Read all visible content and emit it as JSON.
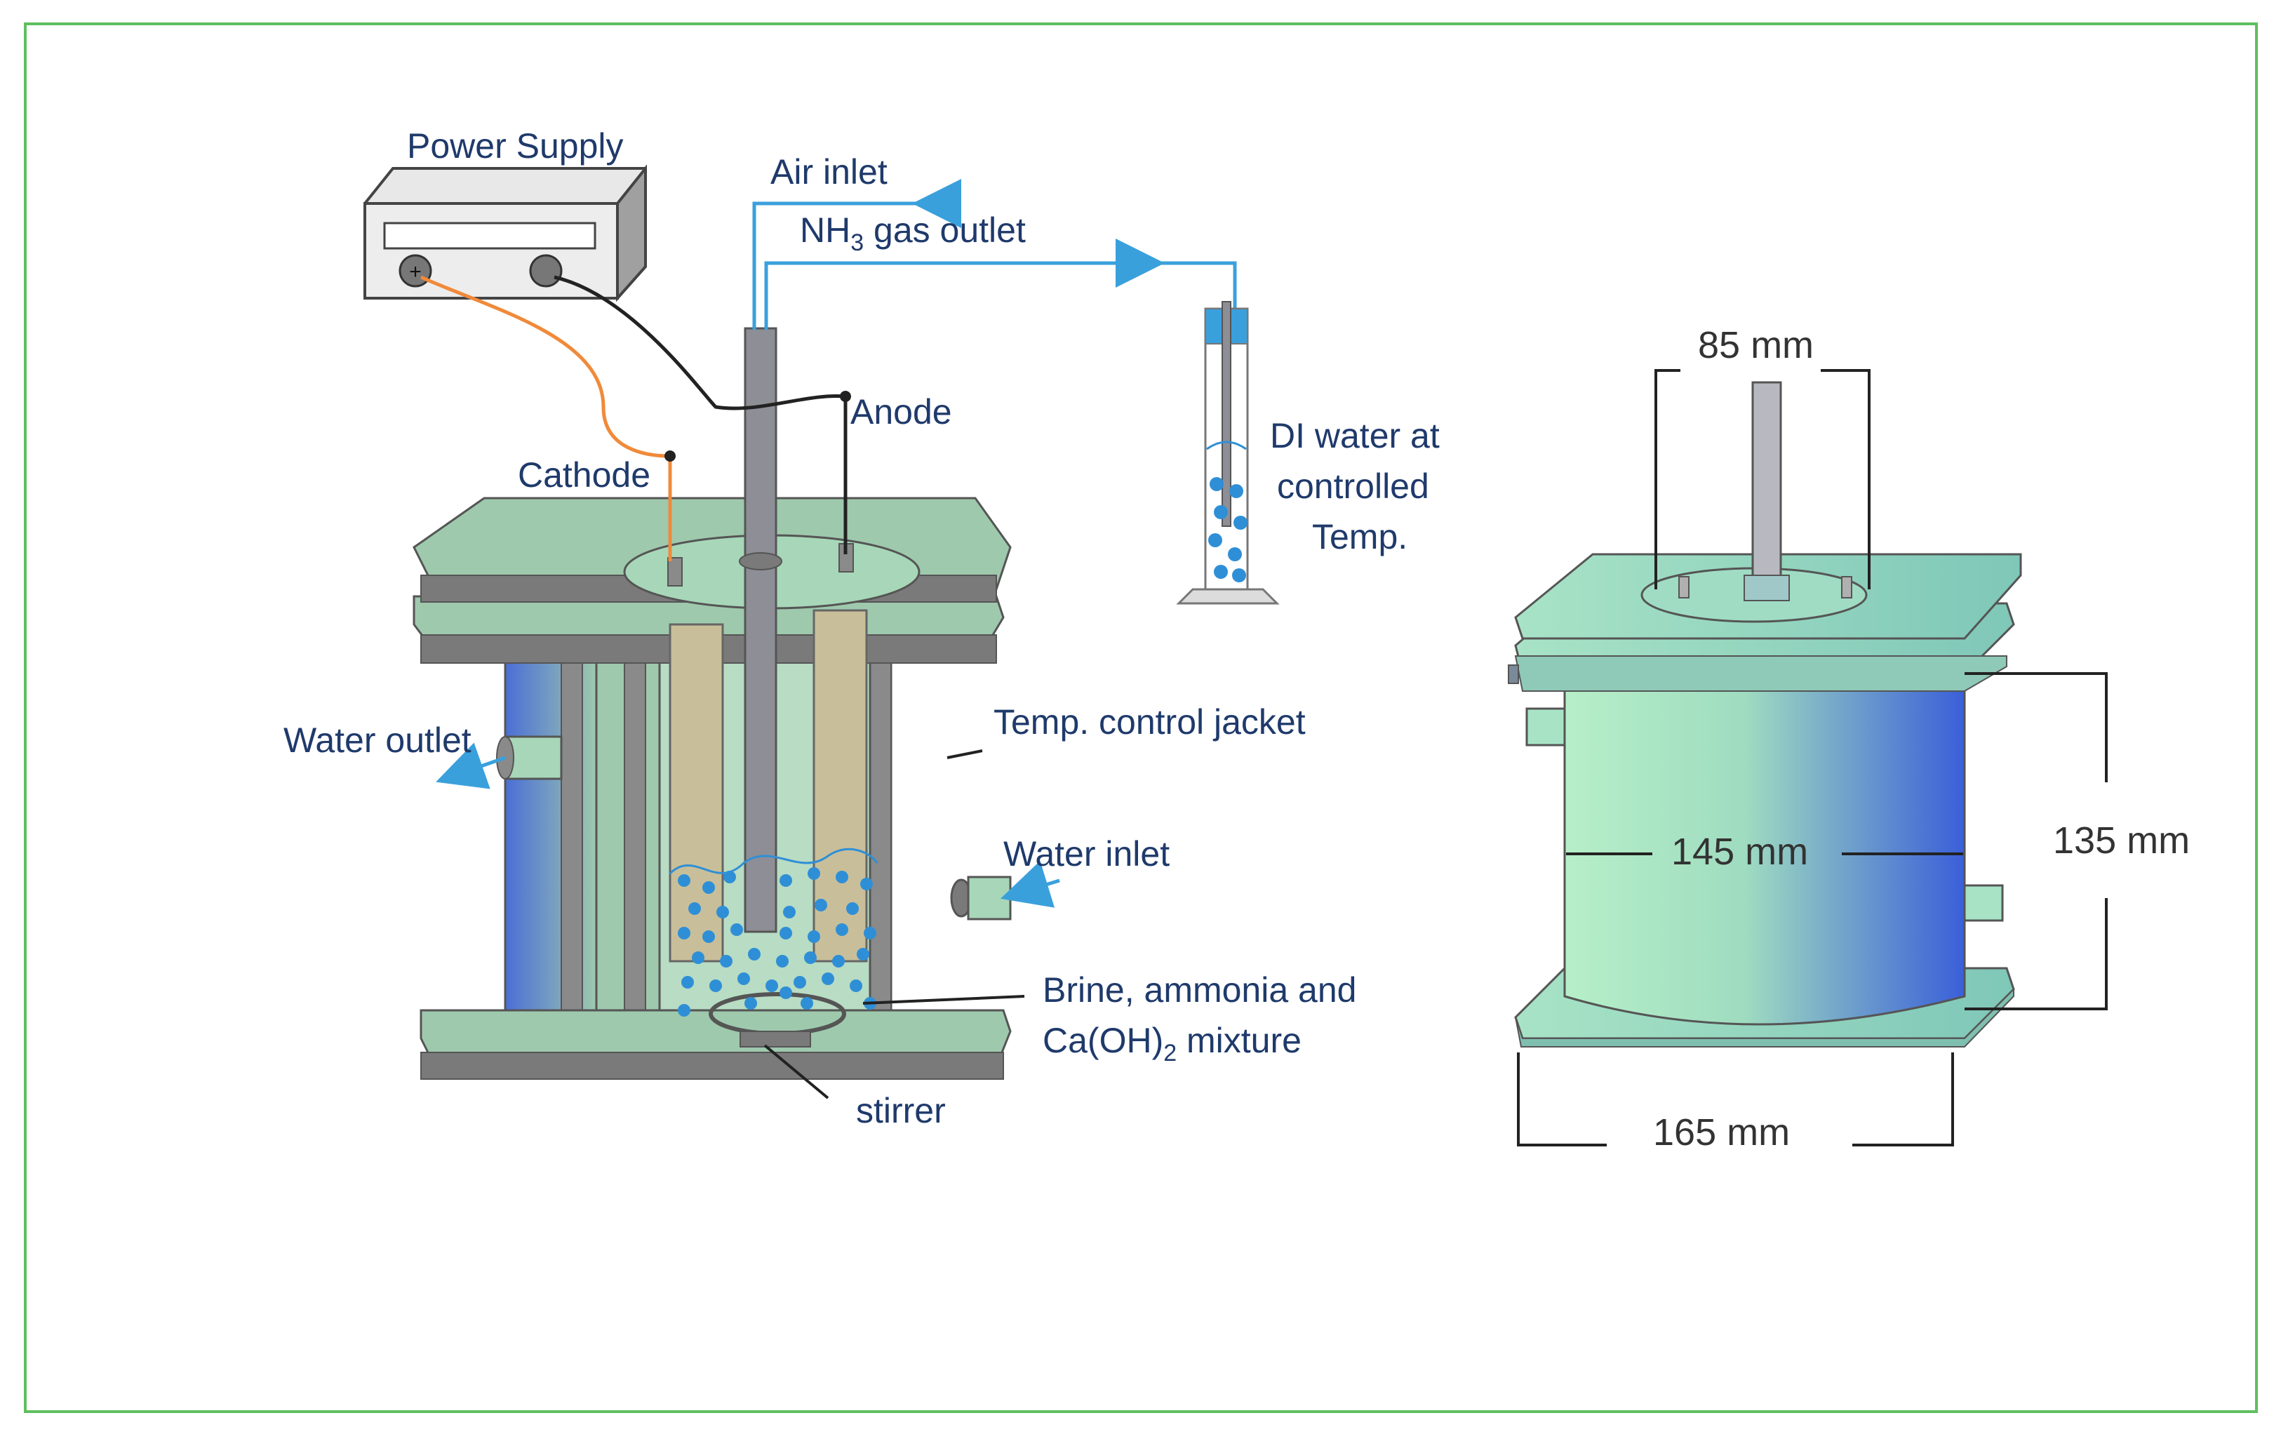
{
  "labels": {
    "power_supply": "Power Supply",
    "air_inlet": "Air inlet",
    "nh3_prefix": "NH",
    "nh3_sub": "3",
    "nh3_suffix": " gas outlet",
    "anode": "Anode",
    "cathode": "Cathode",
    "di_water_line1": "DI water at",
    "di_water_line2": "controlled",
    "di_water_line3": "Temp.",
    "water_outlet": "Water outlet",
    "temp_jacket": "Temp. control jacket",
    "water_inlet": "Water inlet",
    "mixture_line1": "Brine, ammonia and",
    "mixture_line2_prefix": "Ca(OH)",
    "mixture_line2_sub": "2",
    "mixture_line2_suffix": " mixture",
    "stirrer": "stirrer",
    "plus_symbol": "+"
  },
  "dimensions": {
    "top_inner": "85 mm",
    "body_width": "145 mm",
    "body_height": "135 mm",
    "base_width": "165 mm"
  },
  "colors": {
    "frame": "#5fbf5f",
    "label": "#1f3a6b",
    "body_green": "#a7d7b8",
    "jacket_green": "#9ec9ad",
    "gray": "#7a7a7a",
    "bubble": "#2f8fd6",
    "pipe_blue": "#3aa0dc",
    "cathode_wire": "#f08a3a",
    "cylinder_blue": "#3a5fd8"
  }
}
